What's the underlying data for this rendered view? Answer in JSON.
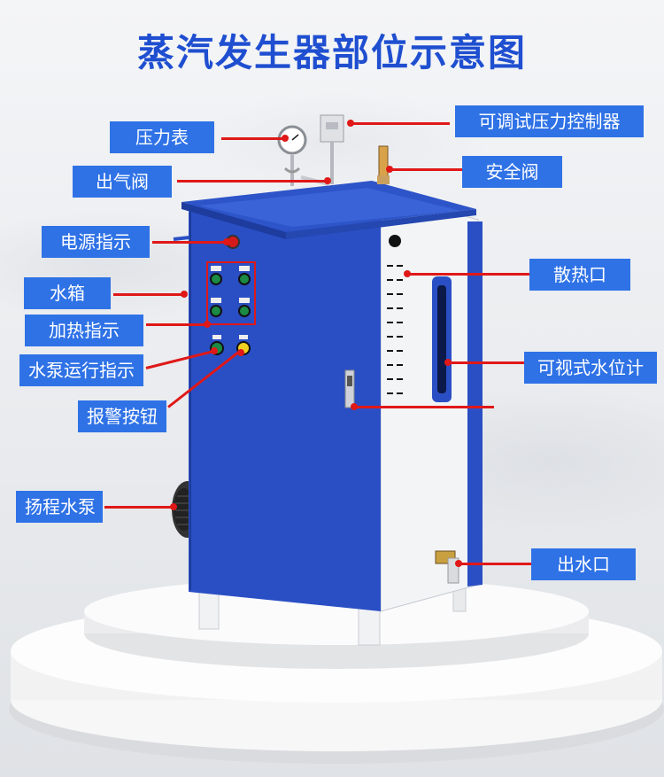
{
  "title": "蒸汽发生器部位示意图",
  "labels": {
    "pressure_gauge": "压力表",
    "pressure_controller": "可调试压力控制器",
    "steam_valve": "出气阀",
    "safety_valve": "安全阀",
    "power_indicator": "电源指示",
    "heat_vent": "散热口",
    "water_tank": "水箱",
    "heating_indicator": "加热指示",
    "pump_run_indicator": "水泵运行指示",
    "water_level_gauge": "可视式水位计",
    "alarm_button": "报警按钮",
    "lift_pump": "扬程水泵",
    "water_outlet": "出水口"
  },
  "colors": {
    "title": "#1f4fd0",
    "label_bg": "#2f72e6",
    "leader_line": "#e01818",
    "cabinet_blue": "#2a4fc4",
    "cabinet_white": "#f3f4f6"
  }
}
